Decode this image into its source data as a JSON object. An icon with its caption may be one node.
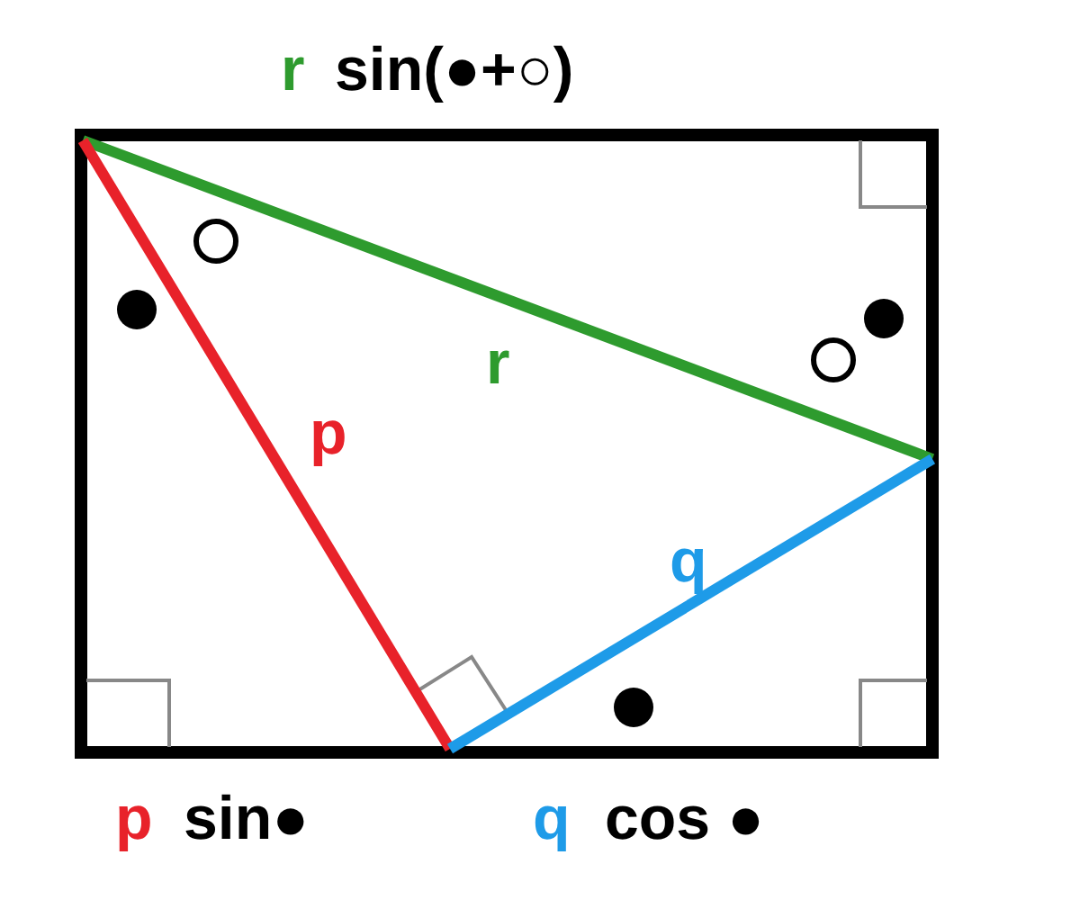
{
  "diagram": {
    "labels": [
      "r",
      "sin(●+○)",
      "r",
      "p",
      "q",
      "p",
      "sin●",
      "q",
      "cos ●"
    ]
  }
}
